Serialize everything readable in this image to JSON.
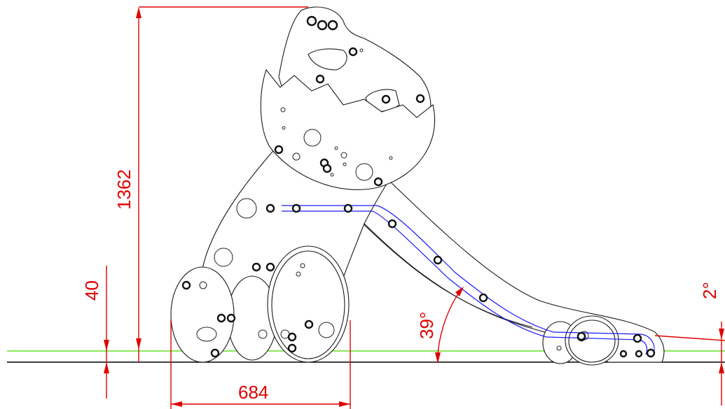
{
  "dimensions": {
    "total_height": "1362",
    "base_height": "40",
    "footprint_width": "684",
    "slide_angle": "39°",
    "end_angle": "2°"
  },
  "colors": {
    "dimension": "#e00000",
    "outline": "#1a1a1a",
    "handrail": "#1a1aff",
    "ground_reference": "#66dd22"
  }
}
